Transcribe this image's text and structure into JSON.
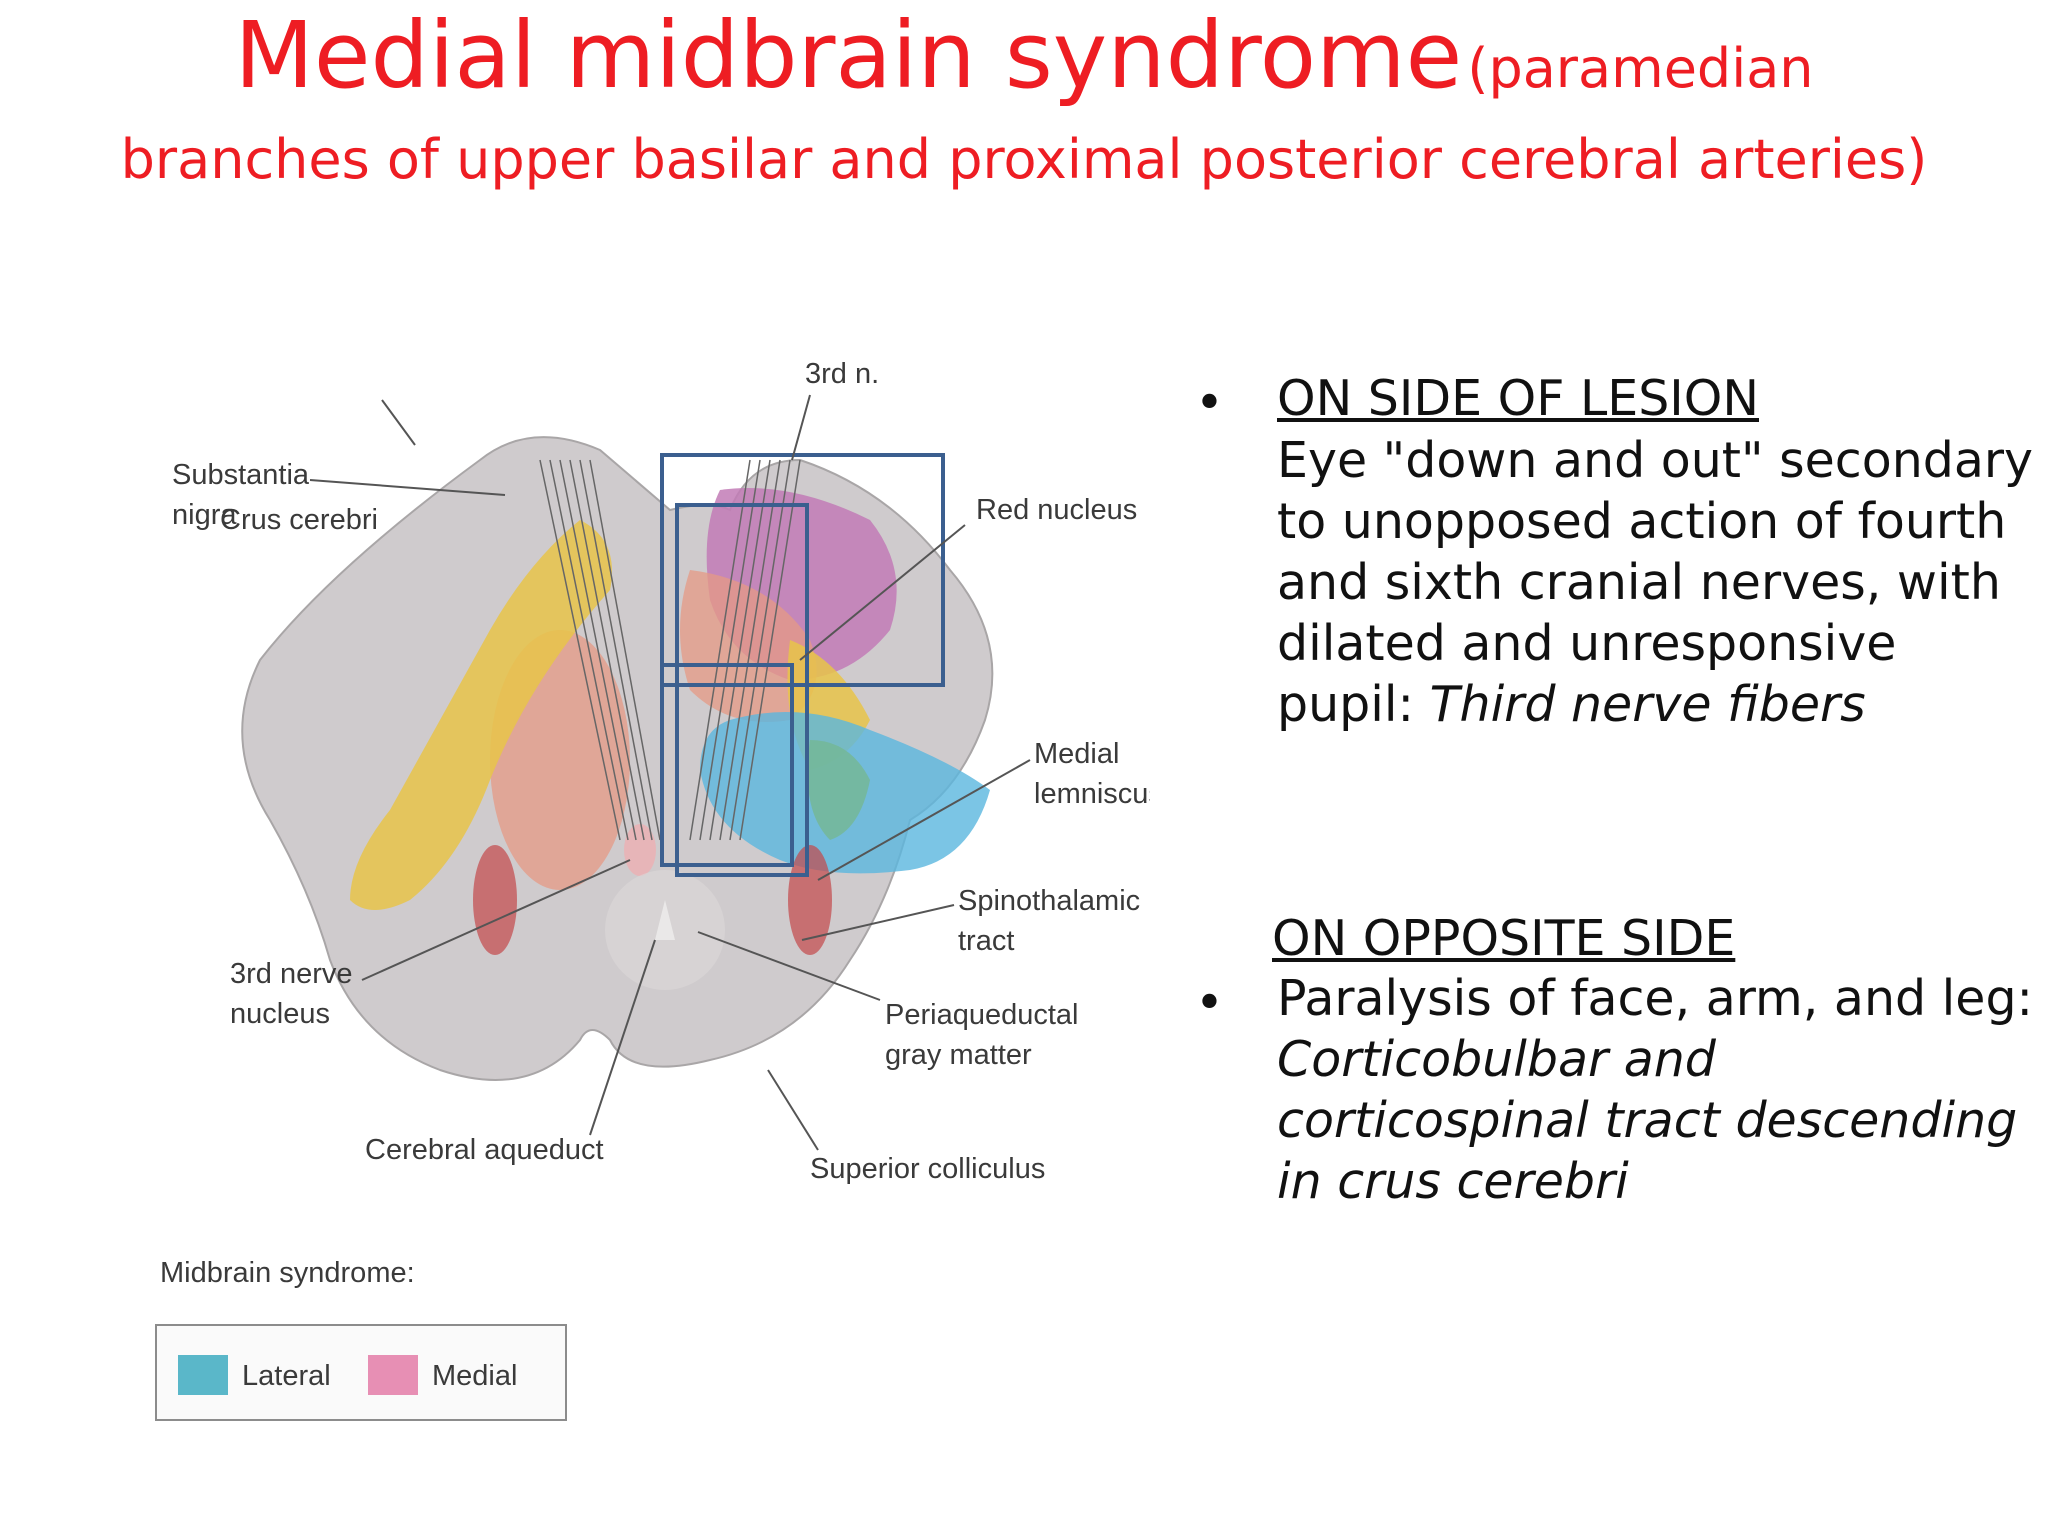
{
  "title": {
    "main": "Medial midbrain syndrome",
    "paren_part1": "(paramedian",
    "paren_part2": "branches of upper basilar and proximal posterior cerebral arteries)"
  },
  "figure": {
    "labels": {
      "third_n": "3rd n.",
      "red_nucleus": "Red nucleus",
      "crus_cerebri": "Crus cerebri",
      "substantia_line1": "Substantia",
      "substantia_line2": "nigra",
      "medial_lemniscus_line1": "Medial",
      "medial_lemniscus_line2": "lemniscus",
      "spinothalamic_line1": "Spinothalamic",
      "spinothalamic_line2": "tract",
      "third_nerve_nucleus_line1": "3rd nerve",
      "third_nerve_nucleus_line2": "nucleus",
      "periaqueductal_line1": "Periaqueductal",
      "periaqueductal_line2": "gray matter",
      "cerebral_aqueduct": "Cerebral aqueduct",
      "superior_colliculus": "Superior colliculus"
    },
    "legend": {
      "heading": "Midbrain syndrome:",
      "items": [
        {
          "label": "Lateral",
          "color": "#5ab7c9"
        },
        {
          "label": "Medial",
          "color": "#e78fb4"
        }
      ]
    },
    "colors": {
      "brainstem": "#cfcbcd",
      "crus": "#e8c449",
      "red_nucleus": "#c27bb6",
      "salmon": "#e59a84",
      "lateral_blue": "#5ab7de",
      "green": "#74b89a",
      "box_outline": "#3b5f8f"
    }
  },
  "content": {
    "section1": {
      "heading": "ON SIDE OF LESION",
      "text": "Eye \"down and out\" secondary to unopposed action of fourth and sixth cranial nerves, with dilated and unresponsive pupil: ",
      "text_italic": "Third nerve fibers"
    },
    "section2": {
      "heading": "ON OPPOSITE SIDE",
      "text": "Paralysis of face, arm, and leg: ",
      "text_italic": "Corticobulbar and corticospinal tract descending in crus cerebri"
    }
  }
}
